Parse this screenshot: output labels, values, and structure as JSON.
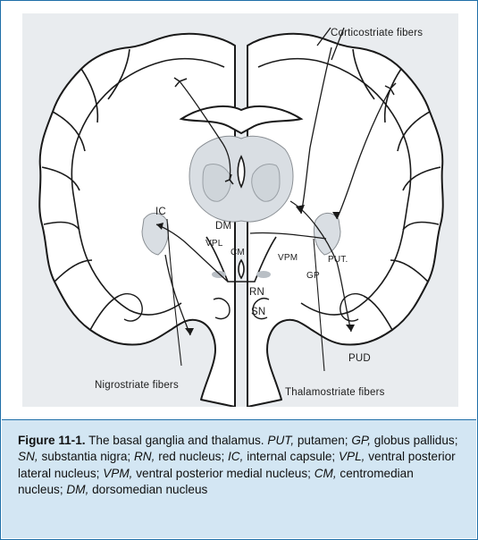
{
  "figure": {
    "labels": {
      "corticostriate": "Corticostriate fibers",
      "ic": "IC",
      "dm": "DM",
      "vpl": "VPL",
      "cm": "CM",
      "vpm": "VPM",
      "put": "PUT.",
      "gp": "GP",
      "rn": "RN",
      "sn": "SN",
      "pud": "PUD",
      "nigrostriate": "Nigrostriate fibers",
      "thalamostriate": "Thalamostriate fibers"
    }
  },
  "caption": {
    "figure_number": "Figure 11-1.",
    "title": "The basal ganglia and thalamus.",
    "abbreviations": [
      {
        "abbr": "PUT,",
        "meaning": "putamen;"
      },
      {
        "abbr": "GP,",
        "meaning": "globus pallidus;"
      },
      {
        "abbr": "SN,",
        "meaning": "substantia nigra;"
      },
      {
        "abbr": "RN,",
        "meaning": "red nucleus;"
      },
      {
        "abbr": "IC,",
        "meaning": "internal capsule;"
      },
      {
        "abbr": "VPL,",
        "meaning": "ventral posterior lateral nucleus;"
      },
      {
        "abbr": "VPM,",
        "meaning": "ventral posterior medial nucleus;"
      },
      {
        "abbr": "CM,",
        "meaning": "centromedian nucleus;"
      },
      {
        "abbr": "DM,",
        "meaning": "dorsomedian nucleus"
      }
    ]
  }
}
